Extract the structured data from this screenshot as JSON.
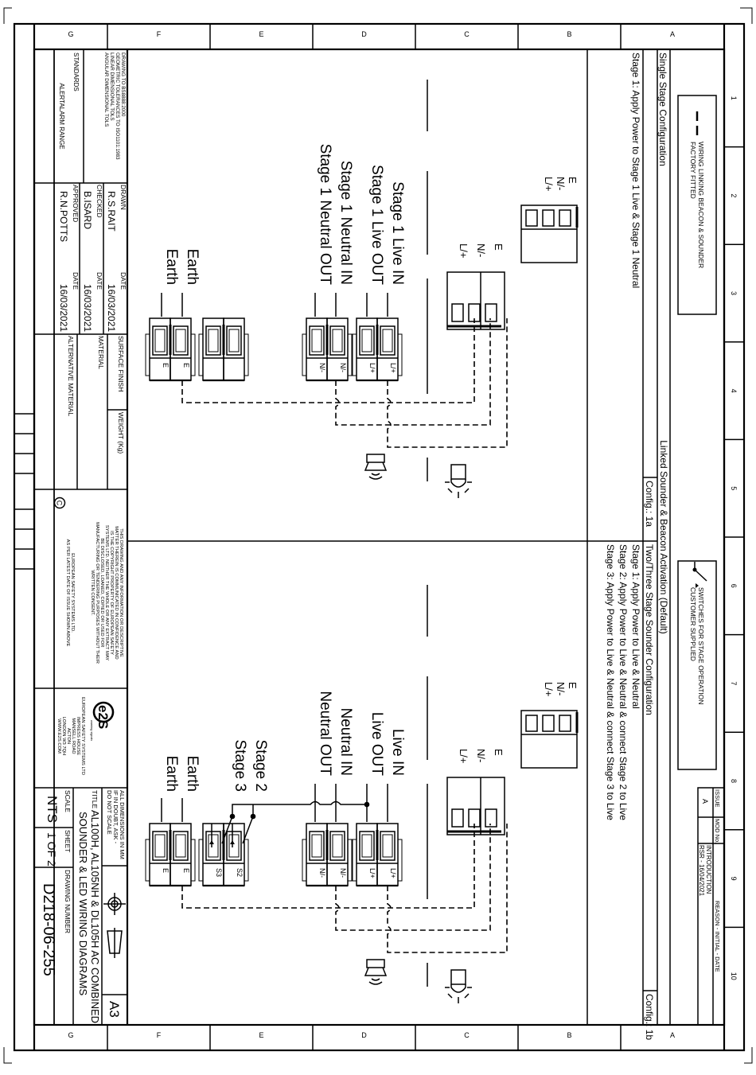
{
  "sheet": {
    "row_letters": [
      "A",
      "B",
      "C",
      "D",
      "E",
      "F",
      "G"
    ],
    "column_numbers": [
      "1",
      "2",
      "3",
      "4",
      "5",
      "6",
      "7",
      "8",
      "9",
      "10"
    ]
  },
  "legend": {
    "wiring_factory": "WIRING LINKING BEACON & SOUNDER FACTORY FITTED",
    "wiring_factory_l1": "WIRING LINKING BEACON & SOUNDER",
    "wiring_factory_l2": "FACTORY FITTED",
    "switches_l1": "SWITCHES FOR STAGE OPERATION",
    "switches_l2": "CUSTOMER SUPPLIED"
  },
  "revision_table": {
    "headers": {
      "issue": "ISSUE",
      "mod_no": "MOD No.",
      "reason": "REASON - INITIAL - DATE"
    },
    "rows": [
      {
        "issue": "A",
        "mod_no": "",
        "reason_l1": "INTRODUCTION",
        "reason_l2": "RSR - 16/04/2021"
      }
    ]
  },
  "banner": {
    "title": "Linked Sounder & Beacon Activation (Default)",
    "config_1a": {
      "label": "Config.: 1a",
      "heading": "Single Stage Configuration",
      "lines": [
        "Stage 1: Apply Power to Stage 1 Live & Stage 1 Neutral"
      ]
    },
    "config_1b": {
      "label": "Config.: 1b",
      "heading": "Two/Three Stage Sounder Configuration",
      "lines": [
        "Stage 1: Apply Power to Live & Neutral",
        "Stage 2: Apply Power to Live & Neutral & connect Stage 2 to Live",
        "Stage 3: Apply Power to Live & Neutral & connect Stage 3 to Live"
      ]
    }
  },
  "diagram_1a": {
    "beacon_terminal": [
      "L/+",
      "N/-",
      "E"
    ],
    "sounder_terminal": [
      "E",
      "N/-",
      "L/+"
    ],
    "wire_labels": [
      "Stage 1 Live IN",
      "Stage 1 Live OUT",
      "Stage 1 Neutral IN",
      "Stage 1 Neutral OUT",
      "Earth",
      "Earth"
    ],
    "block_pins": [
      "L/+",
      "L/+",
      "N/-",
      "N/-",
      "",
      "",
      "E",
      "E"
    ]
  },
  "diagram_1b": {
    "beacon_terminal": [
      "L/+",
      "N/-",
      "E"
    ],
    "sounder_terminal": [
      "E",
      "N/-",
      "L/+"
    ],
    "wire_labels": [
      "Live IN",
      "Live OUT",
      "Neutral IN",
      "Neutral OUT",
      "Stage 2",
      "Stage 3",
      "Earth",
      "Earth"
    ],
    "block_pins": [
      "L/+",
      "L/+",
      "N/-",
      "N/-",
      "S2",
      "S3",
      "E",
      "E"
    ]
  },
  "title_block": {
    "standards_note": [
      "DRAWING TO BS8888:2000",
      "GEOMETRIC TOLERANCES TO ISO1101:1983",
      "LINEAR DIMENSIONAL TOLS",
      "ANGULAR DIMENSIONAL TOLS"
    ],
    "standards_label": "STANDARDS",
    "range": "ALERTALARM RANGE",
    "drawn_label": "DRAWN",
    "drawn_by": "R.S.RAIT",
    "drawn_date_label": "DATE",
    "drawn_date": "16/03/2021",
    "checked_label": "CHECKED",
    "checked_by": "B.ISARD",
    "checked_date_label": "DATE",
    "checked_date": "16/03/2021",
    "approved_label": "APPROVED",
    "approved_by": "R.N.POTTS",
    "approved_date_label": "DATE",
    "approved_date": "16/03/2021",
    "surface_finish": "SURFACE FINISH",
    "weight": "WEIGHT (Kg)",
    "material": "MATERIAL",
    "alt_material": "ALTERNATIVE MATERIAL",
    "copyright_lines": [
      "THIS DRAWING AND ANY INFORMATION OR DESCRIPTIVE",
      "MATTER THEREIN IS COMMUNICATED IN CONFIDENCE AND",
      "IS THE COPYRIGHT PROPERTY OF EUROPEAN SAFETY",
      "SYSTEMS LTD. NEITHER THE WHOLE OR ANY EXTRACT MAY",
      "BE DISCLOSED, LOANED, COPIED OR USED FOR",
      "MANUFACTURING OR TENDERING PURPOSES WITHOUT THEIR",
      "WRITTEN CONSENT."
    ],
    "copyright_symbol": "C",
    "copyright_footer_l1": "EUROPEAN SAFETY SYSTEMS LTD.",
    "copyright_footer_l2": "AS PER LATEST DATE OF ISSUE SHOWN ABOVE",
    "logo_text": "e2S",
    "logo_tagline": "warning signals",
    "company_lines": [
      "EUROPEAN SAFETY SYSTEMS LTD",
      "IMPRESS HOUSE",
      "MANSELL ROAD",
      "ACTON",
      "LONDON W3 7QH",
      "WWW.E2S.COM"
    ],
    "dims_note": [
      "ALL DIMENSIONS IN MM",
      "IF IN DOUBT, ASK -",
      "DO NOT SCALE"
    ],
    "title_label": "TITLE",
    "title_l1": "AL100H, AL105NH & DL105H AC COMBINED",
    "title_l2": "SOUNDER & LED WIRING DIAGRAMS",
    "sheet_size": "A3",
    "scale_label": "SCALE",
    "scale": "NTS",
    "sheet_label": "SHEET",
    "sheet": "1 OF 2",
    "drawing_number_label": "DRAWING NUMBER",
    "drawing_number": "D218-06-255"
  }
}
